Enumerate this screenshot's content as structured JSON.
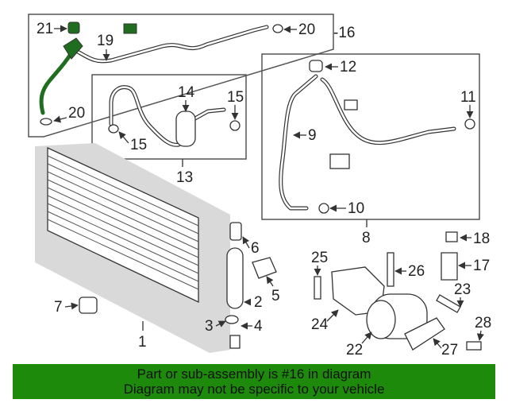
{
  "callouts": {
    "c1": "1",
    "c2": "2",
    "c3": "3",
    "c4": "4",
    "c5": "5",
    "c6": "6",
    "c7": "7",
    "c8": "8",
    "c9": "9",
    "c10": "10",
    "c11": "11",
    "c12": "12",
    "c13": "13",
    "c14": "14",
    "c15a": "15",
    "c15b": "15",
    "c16": "-16",
    "c17": "17",
    "c18": "18",
    "c19": "19",
    "c20a": "20",
    "c20b": "20",
    "c21": "21",
    "c22": "22",
    "c23": "23",
    "c24": "24",
    "c25": "25",
    "c26": "26",
    "c27": "27",
    "c28": "28"
  },
  "highlighted_part": "16",
  "colors": {
    "banner_bg": "#1e8a0c",
    "highlight": "#1f6e1f",
    "shade": "#d9d9d9"
  },
  "banner": {
    "line1": "Part or sub-assembly is #16 in diagram",
    "line2": "Diagram may not be specific to your vehicle"
  }
}
